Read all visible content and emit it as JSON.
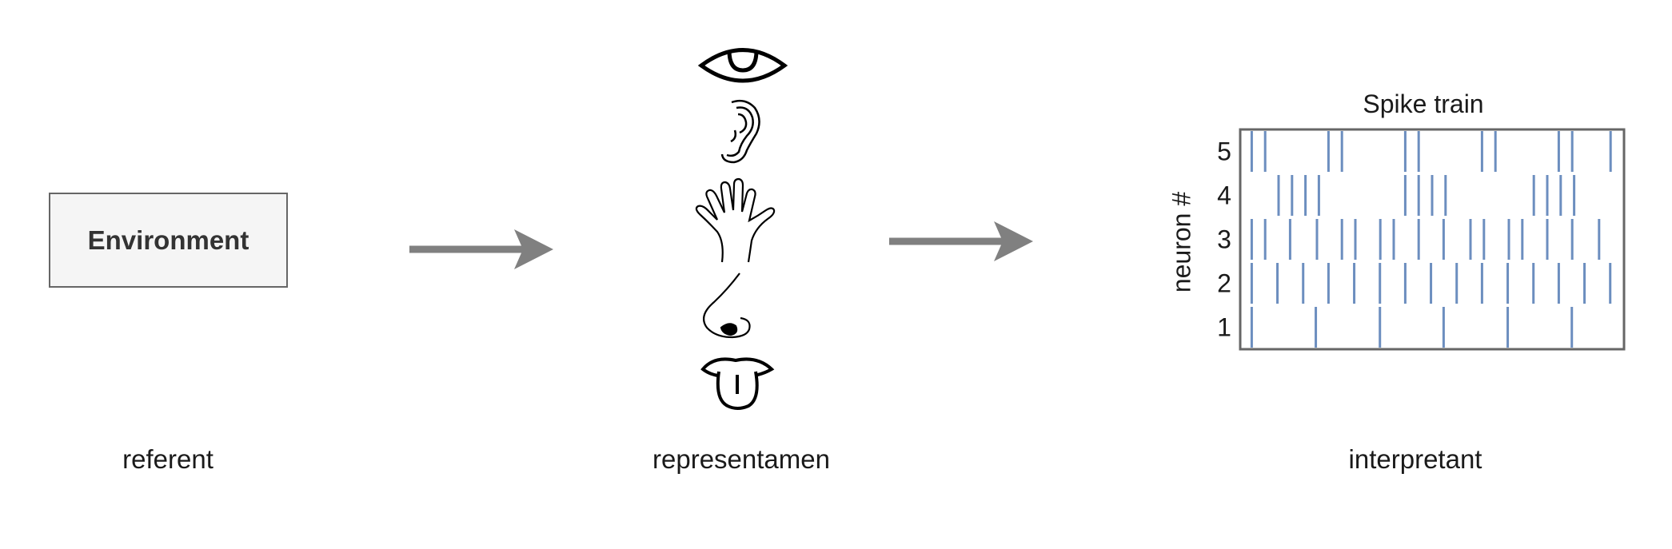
{
  "referent": {
    "box_label": "Environment",
    "caption": "referent"
  },
  "representamen": {
    "caption": "representamen",
    "icons": [
      "eye-icon",
      "ear-icon",
      "hand-icon",
      "nose-icon",
      "tongue-icon"
    ]
  },
  "interpretant": {
    "caption": "interpretant"
  },
  "colors": {
    "arrow": "#808080",
    "spike": "#6c8ebf",
    "frame": "#666666",
    "box_fill": "#f5f5f5"
  },
  "chart_data": {
    "type": "raster",
    "title": "Spike train",
    "ylabel": "neuron #",
    "yticks": [
      "1",
      "2",
      "3",
      "4",
      "5"
    ],
    "xlim": [
      0,
      100
    ],
    "neurons": [
      {
        "id": "1",
        "spikes": [
          3,
          19.7,
          36.4,
          53,
          69.7,
          86.4
        ]
      },
      {
        "id": "2",
        "spikes": [
          3,
          9.7,
          16.4,
          23,
          29.7,
          36.4,
          43,
          49.7,
          56.4,
          63,
          69.7,
          76.4,
          83,
          89.7,
          96.4
        ]
      },
      {
        "id": "3",
        "spikes": [
          3,
          6.5,
          13,
          20,
          26.5,
          30,
          36.5,
          40,
          46.5,
          53,
          60,
          63.5,
          70,
          73.5,
          80,
          86.5,
          93.5
        ]
      },
      {
        "id": "4",
        "spikes": [
          10,
          13.5,
          17,
          20.5,
          43,
          46.5,
          50,
          53.5,
          76.5,
          80,
          83.5,
          87
        ]
      },
      {
        "id": "5",
        "spikes": [
          3,
          6.5,
          23,
          26.5,
          43,
          46.5,
          63,
          66.5,
          83,
          86.5,
          96.5
        ]
      }
    ]
  }
}
